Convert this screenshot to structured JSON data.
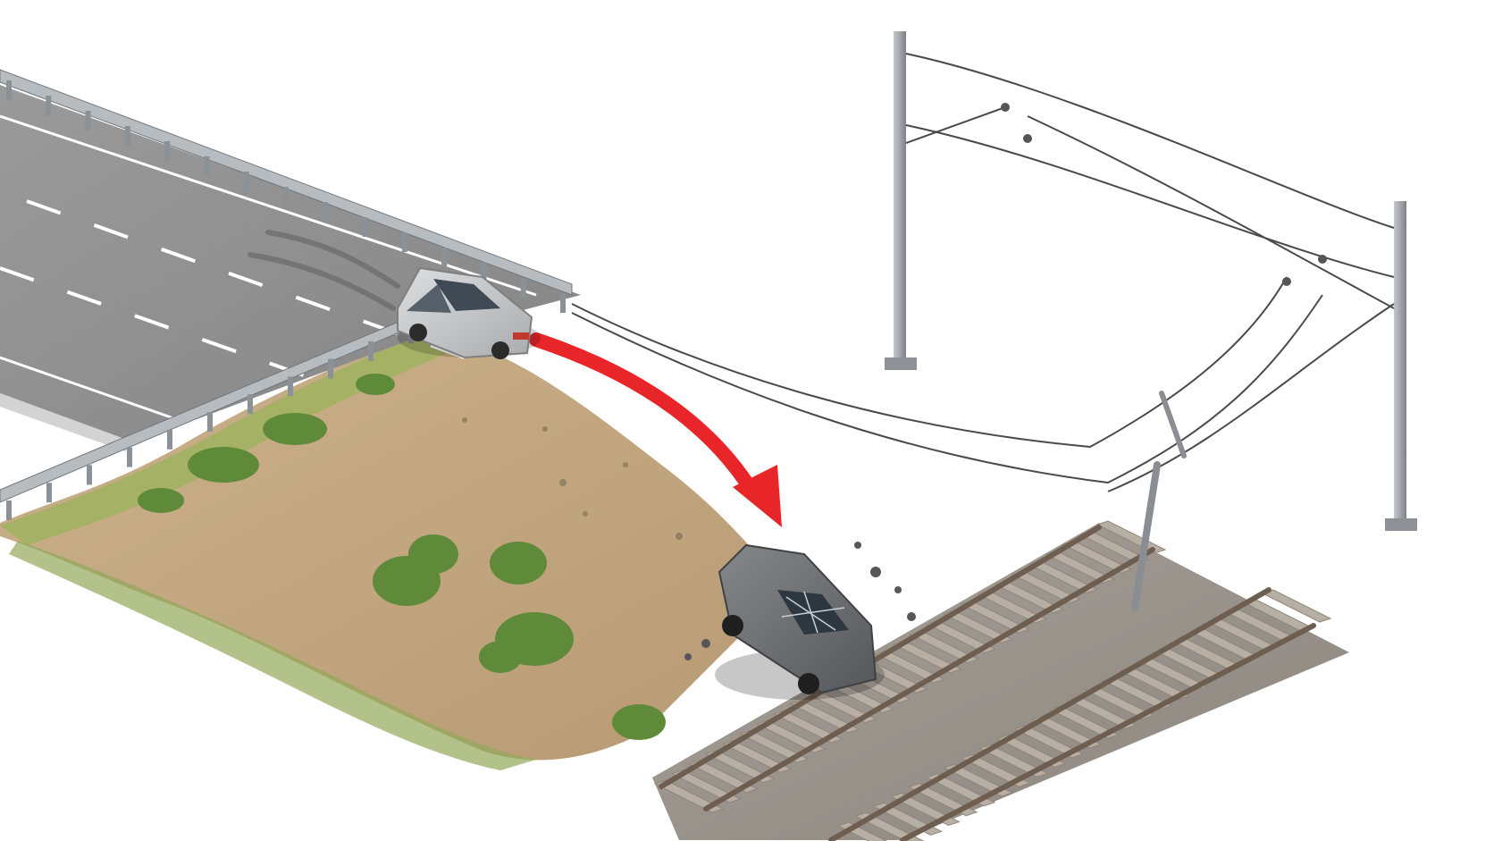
{
  "scene": {
    "colors": {
      "background": "#ffffff",
      "road": "#8e8e8e",
      "road_edge": "#b9b9b9",
      "lane_marking": "#ffffff",
      "guardrail": "#a9aeb3",
      "guardrail_dark": "#6f767c",
      "embankment_dirt": "#c9ad86",
      "embankment_grass": "#8ea352",
      "shrub": "#5f8a3a",
      "ballast": "#9b958e",
      "sleeper": "#b5aca1",
      "rail": "#7a6a5c",
      "arrow": "#e8262a",
      "car_intact": "#c9cacb",
      "car_wrecked": "#6e7073",
      "mast": "#9fa2a5",
      "wire": "#4a4a4a"
    },
    "elements": [
      {
        "name": "highway-road",
        "icon": "road-icon"
      },
      {
        "name": "guardrail",
        "icon": "guardrail-icon"
      },
      {
        "name": "grass-embankment",
        "icon": "slope-icon"
      },
      {
        "name": "railway-track",
        "icon": "railway-icon"
      },
      {
        "name": "overhead-catenary",
        "icon": "power-line-icon"
      },
      {
        "name": "car-before-fall",
        "icon": "car-icon"
      },
      {
        "name": "car-wrecked-on-track",
        "icon": "crashed-car-icon"
      },
      {
        "name": "fall-trajectory-arrow",
        "icon": "curved-arrow-icon"
      },
      {
        "name": "broken-catenary-pole",
        "icon": "broken-pole-icon"
      }
    ]
  }
}
